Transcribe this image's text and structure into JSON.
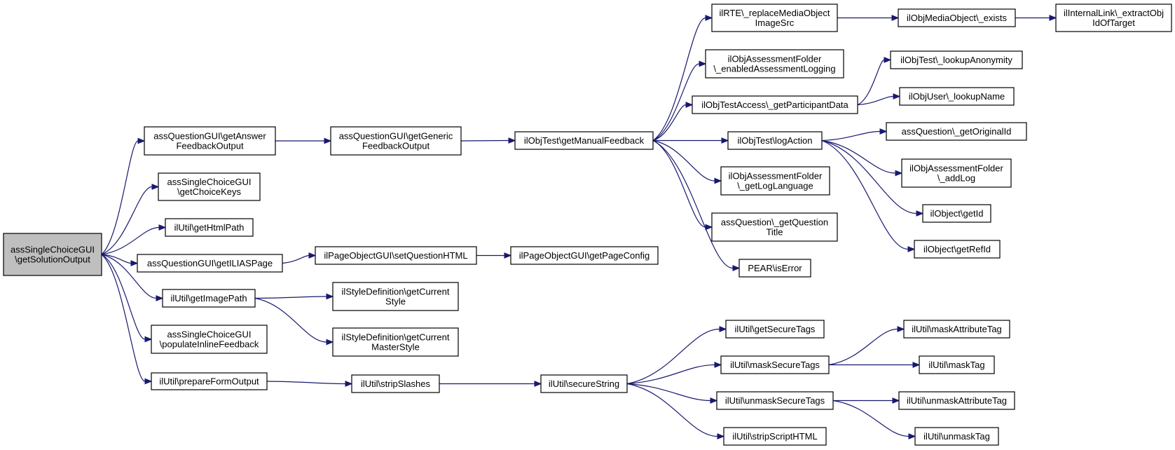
{
  "graph": {
    "nodes": [
      {
        "id": "root",
        "lines": [
          "assSingleChoiceGUI",
          "\\getSolutionOutput"
        ],
        "highlight": true
      },
      {
        "id": "gafo",
        "lines": [
          "assQuestionGUI\\getAnswer",
          "FeedbackOutput"
        ]
      },
      {
        "id": "gck",
        "lines": [
          "assSingleChoiceGUI",
          "\\getChoiceKeys"
        ]
      },
      {
        "id": "ghp",
        "lines": [
          "ilUtil\\getHtmlPath"
        ]
      },
      {
        "id": "gip",
        "lines": [
          "assQuestionGUI\\getILIASPage"
        ]
      },
      {
        "id": "gimg",
        "lines": [
          "ilUtil\\getImagePath"
        ]
      },
      {
        "id": "pif",
        "lines": [
          "assSingleChoiceGUI",
          "\\populateInlineFeedback"
        ]
      },
      {
        "id": "pfo",
        "lines": [
          "ilUtil\\prepareFormOutput"
        ]
      },
      {
        "id": "ggfo",
        "lines": [
          "assQuestionGUI\\getGeneric",
          "FeedbackOutput"
        ]
      },
      {
        "id": "sqh",
        "lines": [
          "ilPageObjectGUI\\setQuestionHTML"
        ]
      },
      {
        "id": "gcs",
        "lines": [
          "ilStyleDefinition\\getCurrent",
          "Style"
        ]
      },
      {
        "id": "gcms",
        "lines": [
          "ilStyleDefinition\\getCurrent",
          "MasterStyle"
        ]
      },
      {
        "id": "ss",
        "lines": [
          "ilUtil\\stripSlashes"
        ]
      },
      {
        "id": "gmf",
        "lines": [
          "ilObjTest\\getManualFeedback"
        ]
      },
      {
        "id": "gpc",
        "lines": [
          "ilPageObjectGUI\\getPageConfig"
        ]
      },
      {
        "id": "sec",
        "lines": [
          "ilUtil\\secureString"
        ]
      },
      {
        "id": "rmo",
        "lines": [
          "ilRTE\\_replaceMediaObject",
          "ImageSrc"
        ]
      },
      {
        "id": "eal",
        "lines": [
          "ilObjAssessmentFolder",
          "\\_enabledAssessmentLogging"
        ]
      },
      {
        "id": "gpd",
        "lines": [
          "ilObjTestAccess\\_getParticipantData"
        ]
      },
      {
        "id": "la",
        "lines": [
          "ilObjTest\\logAction"
        ]
      },
      {
        "id": "gll",
        "lines": [
          "ilObjAssessmentFolder",
          "\\_getLogLanguage"
        ]
      },
      {
        "id": "gqt",
        "lines": [
          "assQuestion\\_getQuestion",
          "Title"
        ]
      },
      {
        "id": "ie",
        "lines": [
          "PEAR\\isError"
        ]
      },
      {
        "id": "gst",
        "lines": [
          "ilUtil\\getSecureTags"
        ]
      },
      {
        "id": "mst",
        "lines": [
          "ilUtil\\maskSecureTags"
        ]
      },
      {
        "id": "ust",
        "lines": [
          "ilUtil\\unmaskSecureTags"
        ]
      },
      {
        "id": "ssh",
        "lines": [
          "ilUtil\\stripScriptHTML"
        ]
      },
      {
        "id": "moe",
        "lines": [
          "ilObjMediaObject\\_exists"
        ]
      },
      {
        "id": "eot",
        "lines": [
          "ilInternalLink\\_extractObj",
          "IdOfTarget"
        ]
      },
      {
        "id": "lan",
        "lines": [
          "ilObjTest\\_lookupAnonymity"
        ]
      },
      {
        "id": "lnm",
        "lines": [
          "ilObjUser\\_lookupName"
        ]
      },
      {
        "id": "goi",
        "lines": [
          "assQuestion\\_getOriginalId"
        ]
      },
      {
        "id": "adl",
        "lines": [
          "ilObjAssessmentFolder",
          "\\_addLog"
        ]
      },
      {
        "id": "gid",
        "lines": [
          "ilObject\\getId"
        ]
      },
      {
        "id": "grid",
        "lines": [
          "ilObject\\getRefId"
        ]
      },
      {
        "id": "mat",
        "lines": [
          "ilUtil\\maskAttributeTag"
        ]
      },
      {
        "id": "mt",
        "lines": [
          "ilUtil\\maskTag"
        ]
      },
      {
        "id": "uat",
        "lines": [
          "ilUtil\\unmaskAttributeTag"
        ]
      },
      {
        "id": "ut",
        "lines": [
          "ilUtil\\unmaskTag"
        ]
      }
    ],
    "edges": [
      {
        "from": "root",
        "to": "gafo"
      },
      {
        "from": "root",
        "to": "gck"
      },
      {
        "from": "root",
        "to": "ghp"
      },
      {
        "from": "root",
        "to": "gip"
      },
      {
        "from": "root",
        "to": "gimg"
      },
      {
        "from": "root",
        "to": "pif"
      },
      {
        "from": "root",
        "to": "pfo"
      },
      {
        "from": "gafo",
        "to": "ggfo"
      },
      {
        "from": "ggfo",
        "to": "gmf"
      },
      {
        "from": "gip",
        "to": "sqh"
      },
      {
        "from": "sqh",
        "to": "gpc"
      },
      {
        "from": "gimg",
        "to": "gcs"
      },
      {
        "from": "gimg",
        "to": "gcms"
      },
      {
        "from": "pfo",
        "to": "ss"
      },
      {
        "from": "ss",
        "to": "sec"
      },
      {
        "from": "gmf",
        "to": "rmo"
      },
      {
        "from": "gmf",
        "to": "eal"
      },
      {
        "from": "gmf",
        "to": "gpd"
      },
      {
        "from": "gmf",
        "to": "la"
      },
      {
        "from": "gmf",
        "to": "gll"
      },
      {
        "from": "gmf",
        "to": "gqt"
      },
      {
        "from": "gmf",
        "to": "ie"
      },
      {
        "from": "rmo",
        "to": "moe"
      },
      {
        "from": "moe",
        "to": "eot"
      },
      {
        "from": "gpd",
        "to": "lan"
      },
      {
        "from": "gpd",
        "to": "lnm"
      },
      {
        "from": "la",
        "to": "goi"
      },
      {
        "from": "la",
        "to": "adl"
      },
      {
        "from": "la",
        "to": "gid"
      },
      {
        "from": "la",
        "to": "grid"
      },
      {
        "from": "sec",
        "to": "gst"
      },
      {
        "from": "sec",
        "to": "mst"
      },
      {
        "from": "sec",
        "to": "ust"
      },
      {
        "from": "sec",
        "to": "ssh"
      },
      {
        "from": "mst",
        "to": "mat"
      },
      {
        "from": "mst",
        "to": "mt"
      },
      {
        "from": "ust",
        "to": "uat"
      },
      {
        "from": "ust",
        "to": "ut"
      }
    ]
  },
  "colors": {
    "edge": "#191970",
    "node_border": "#000000",
    "node_fill": "#ffffff",
    "root_fill": "#bfbfbf"
  }
}
